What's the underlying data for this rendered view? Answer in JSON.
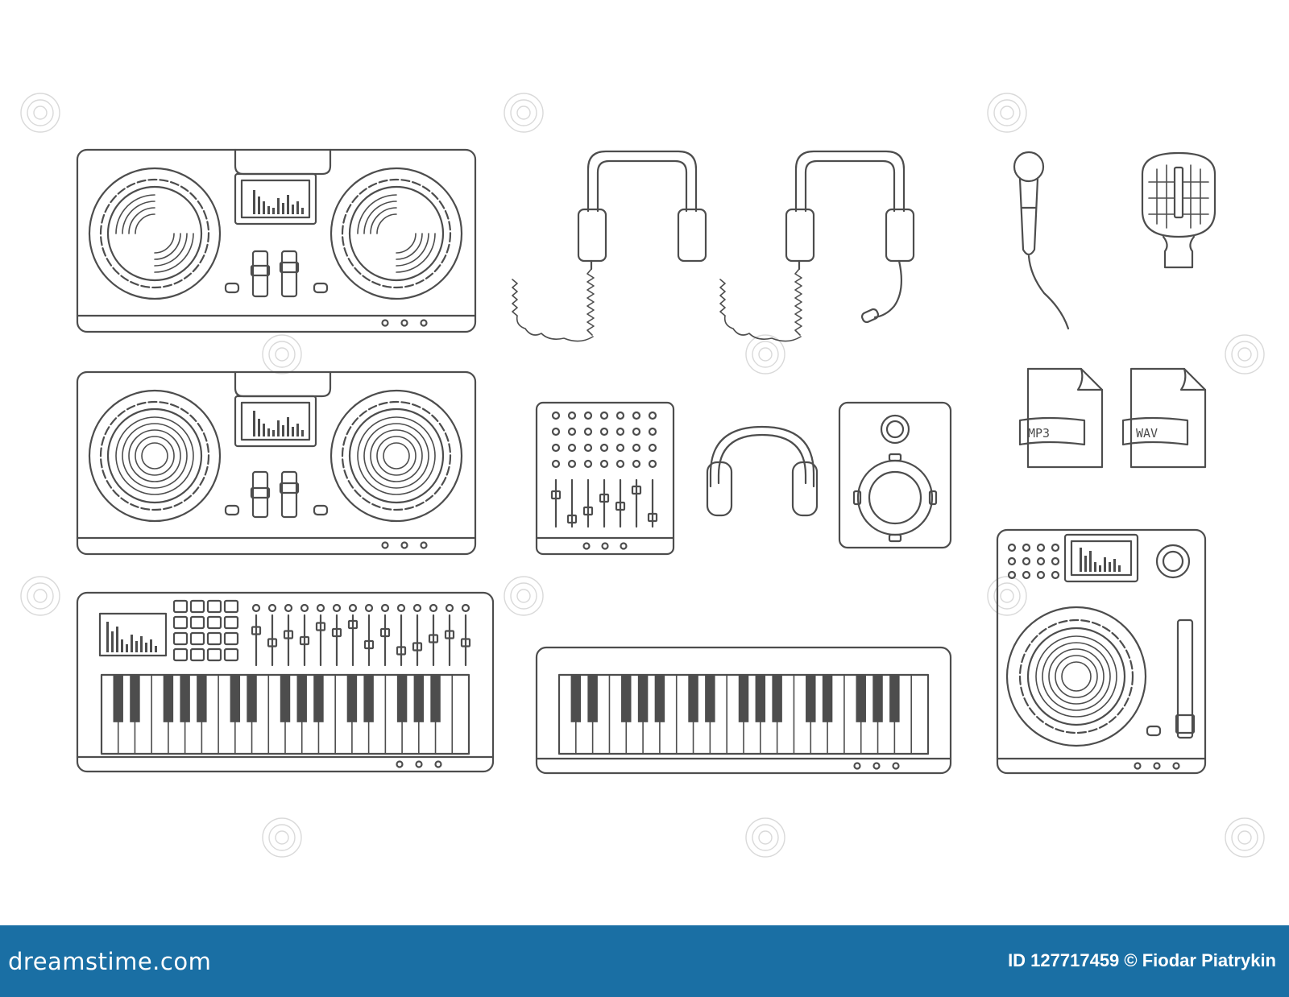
{
  "icons": {
    "file_mp3_label": "MP3",
    "file_wav_label": "WAV"
  },
  "footer": {
    "brand": "dreamstime.com",
    "credit": "ID 127717459 © Fiodar Piatrykin"
  },
  "colors": {
    "line": "#4d4d4d",
    "footer_bg": "#1a6fa4",
    "footer_text": "#ffffff"
  }
}
